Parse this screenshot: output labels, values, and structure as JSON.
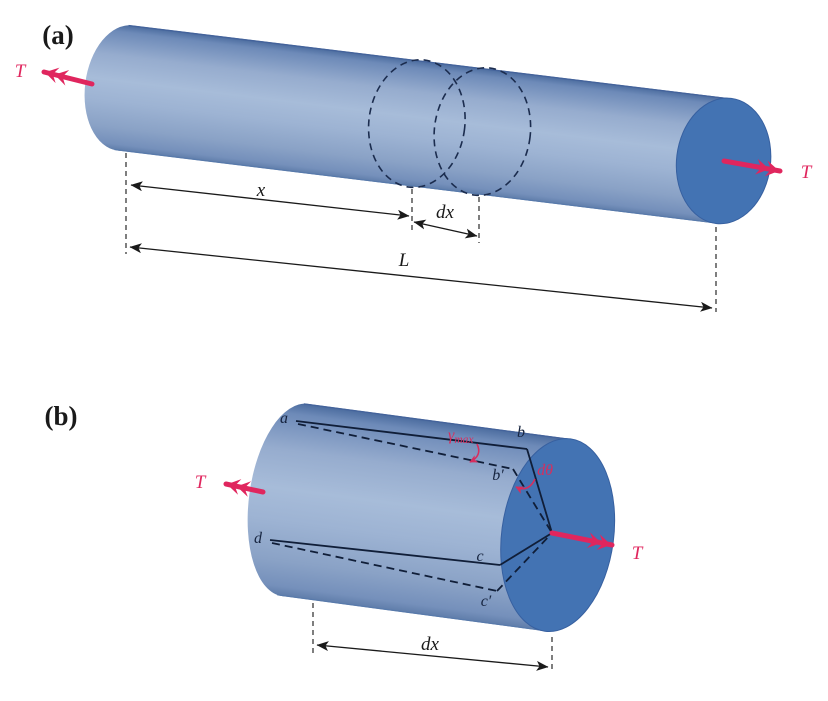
{
  "figure": {
    "panel_a": {
      "label": "(a)",
      "torque_left": "T",
      "torque_right": "T",
      "dim_x": "x",
      "dim_dx": "dx",
      "dim_L": "L"
    },
    "panel_b": {
      "label": "(b)",
      "torque_left": "T",
      "torque_right": "T",
      "point_a": "a",
      "point_b": "b",
      "point_b_prime": "b′",
      "point_c": "c",
      "point_c_prime": "c′",
      "point_d": "d",
      "gamma_symbol": "γ",
      "gamma_sub": "max",
      "dtheta": "dθ",
      "dim_dx": "dx"
    },
    "colors": {
      "torque_accent": "#e0265e",
      "strain_label": "#d62e5e",
      "shaft_end_face": "#4373b3",
      "shaft_body_highlight": "#a7bcd9",
      "shaft_body_shadow": "#53719f",
      "outline_dark": "#16243f"
    }
  }
}
